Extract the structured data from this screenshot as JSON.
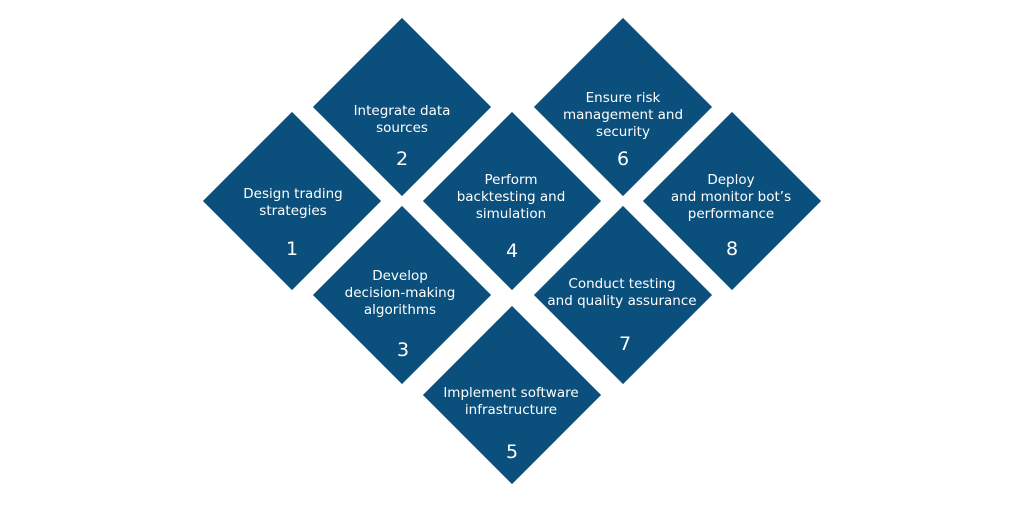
{
  "colors": {
    "diamond_fill": "#0b4f7c",
    "text": "#ffffff",
    "background": "#ffffff"
  },
  "steps": [
    {
      "number": "1",
      "label": "Design trading\nstrategies"
    },
    {
      "number": "2",
      "label": "Integrate data\nsources"
    },
    {
      "number": "3",
      "label": "Develop\ndecision-making\nalgorithms"
    },
    {
      "number": "4",
      "label": "Perform\nbacktesting and\nsimulation"
    },
    {
      "number": "5",
      "label": "Implement software\ninfrastructure"
    },
    {
      "number": "6",
      "label": "Ensure risk\nmanagement and\nsecurity"
    },
    {
      "number": "7",
      "label": "Conduct testing\nand quality assurance"
    },
    {
      "number": "8",
      "label": "Deploy\nand monitor bot’s\nperformance"
    }
  ]
}
